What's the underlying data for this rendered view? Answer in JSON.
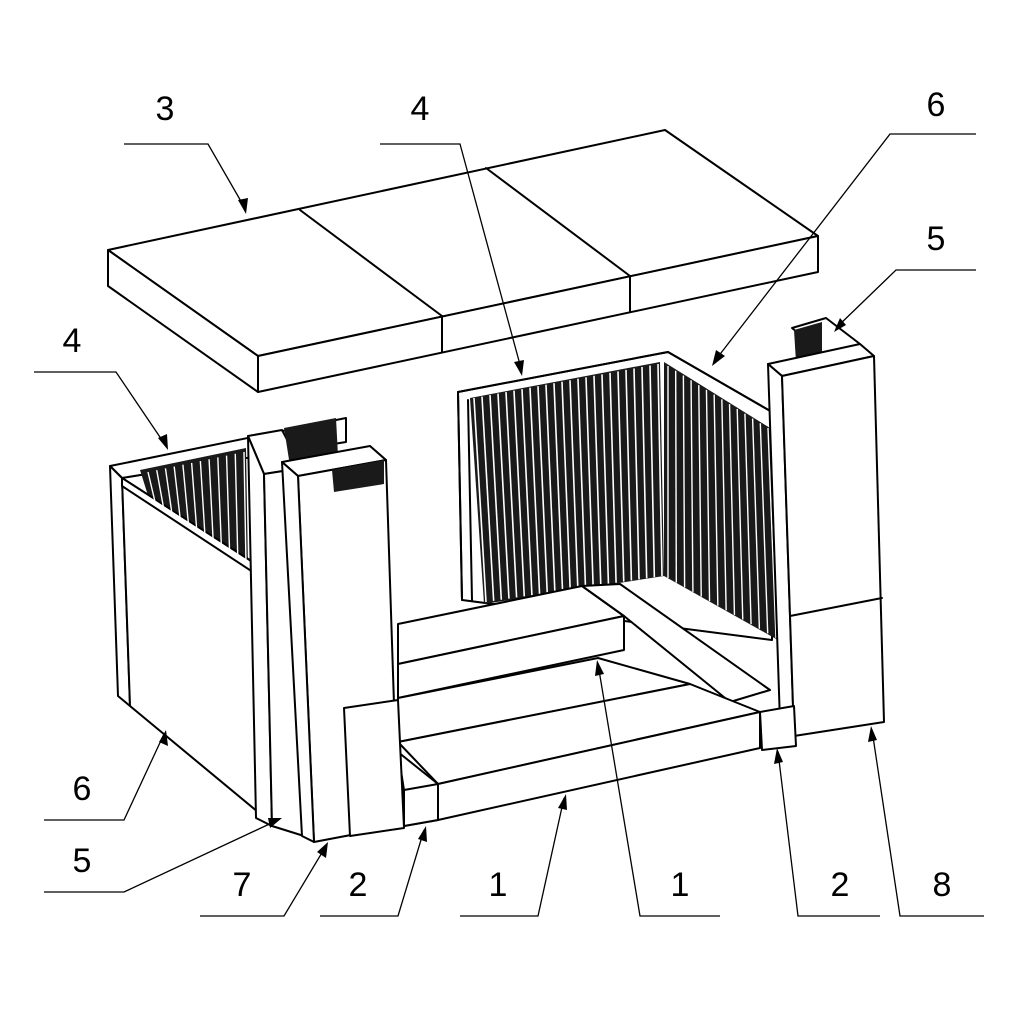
{
  "colors": {
    "stroke": "#000000",
    "background": "#ffffff",
    "fin_fill": "#1a1a1a"
  },
  "labels": [
    {
      "id": "label-3-top",
      "text": "3"
    },
    {
      "id": "label-4-center",
      "text": "4"
    },
    {
      "id": "label-6-top-right",
      "text": "6"
    },
    {
      "id": "label-5-right",
      "text": "5"
    },
    {
      "id": "label-4-left",
      "text": "4"
    },
    {
      "id": "label-6-left",
      "text": "6"
    },
    {
      "id": "label-5-left",
      "text": "5"
    },
    {
      "id": "label-7-bottom",
      "text": "7"
    },
    {
      "id": "label-2-bottom-left",
      "text": "2"
    },
    {
      "id": "label-1-bottom-left",
      "text": "1"
    },
    {
      "id": "label-1-bottom-right",
      "text": "1"
    },
    {
      "id": "label-2-bottom-right",
      "text": "2"
    },
    {
      "id": "label-8-bottom",
      "text": "8"
    }
  ]
}
